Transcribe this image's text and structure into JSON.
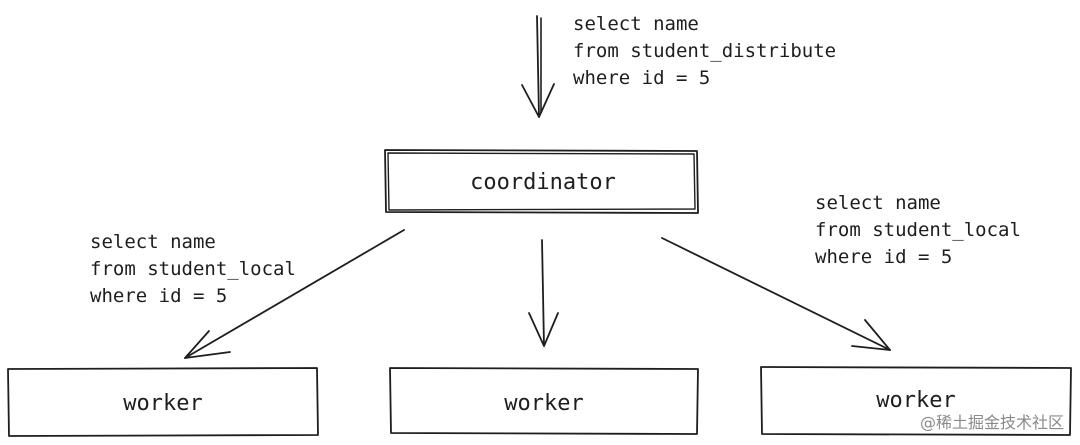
{
  "diagram": {
    "incoming_query": {
      "lines": [
        "select name",
        "from student_distribute",
        "where id = 5"
      ]
    },
    "coordinator": {
      "label": "coordinator"
    },
    "left_query": {
      "lines": [
        "select name",
        "from student_local",
        "where id = 5"
      ]
    },
    "right_query": {
      "lines": [
        "select name",
        "from student_local",
        "where id = 5"
      ]
    },
    "workers": [
      {
        "label": "worker"
      },
      {
        "label": "worker"
      },
      {
        "label": "worker"
      }
    ]
  },
  "watermark": {
    "text": "@稀土掘金技术社区"
  },
  "colors": {
    "ink": "#1e1e1e",
    "background": "#ffffff",
    "watermark": "#8a8a8a"
  }
}
